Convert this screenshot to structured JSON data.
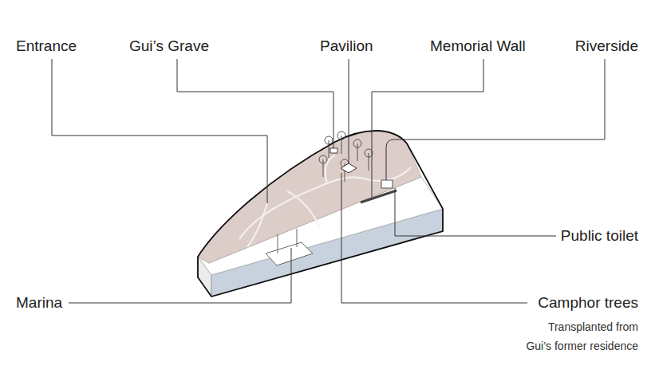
{
  "diagram": {
    "labels": [
      "Entrance",
      "Gui’s Grave",
      "Pavilion",
      "Memorial Wall",
      "Riverside",
      "Public toilet",
      "Marina",
      "Camphor trees",
      "Transplanted from Gui’s former residence"
    ]
  }
}
